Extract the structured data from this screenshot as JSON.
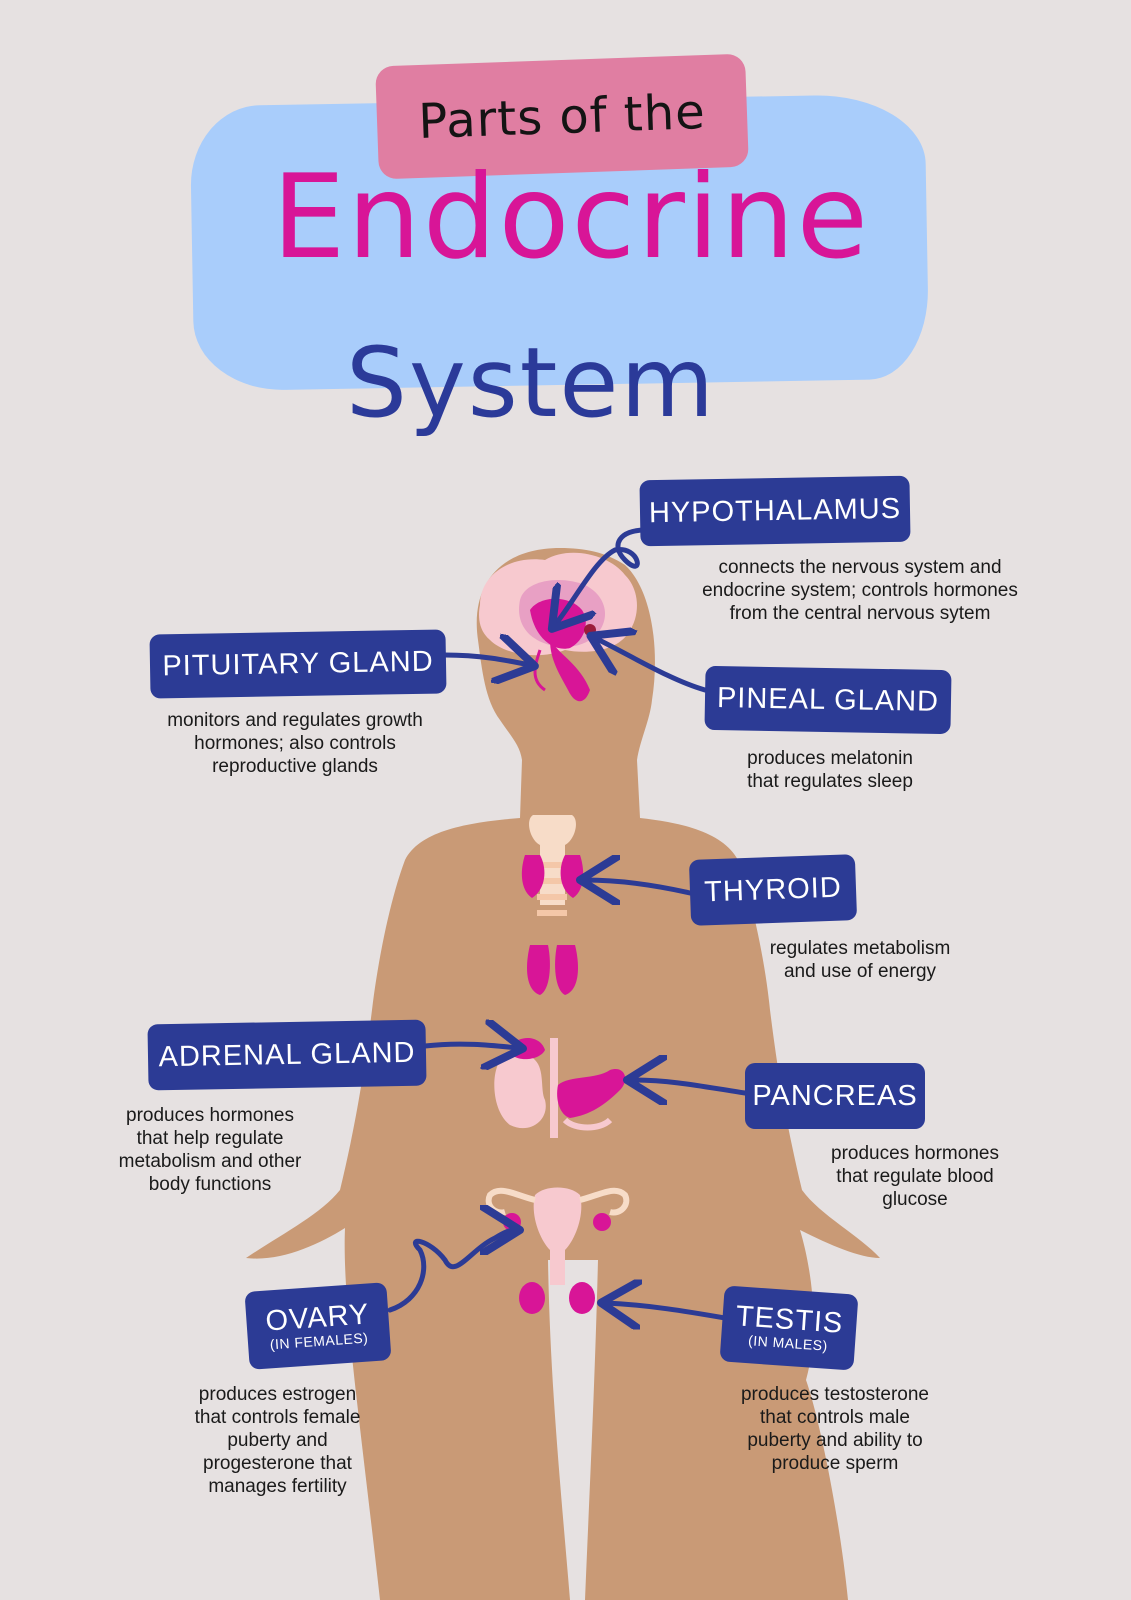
{
  "title": {
    "line1": "Parts of the",
    "line2": "Endocrine",
    "line3": "System"
  },
  "colors": {
    "background": "#e6e1e1",
    "title_cloud": "#a9cdfb",
    "title_tag": "#e07ea2",
    "title_main": "#d81597",
    "accent_blue": "#2c3b95",
    "body": "#c99a76",
    "organ_pink": "#d81597",
    "organ_light": "#f7c9cf"
  },
  "glands": {
    "hypothalamus": {
      "name": "HYPOTHALAMUS",
      "desc": [
        "connects the nervous system and",
        "endocrine system; controls hormones",
        "from the central nervous sytem"
      ]
    },
    "pituitary": {
      "name": "PITUITARY GLAND",
      "desc": [
        "monitors and regulates growth",
        "hormones; also controls",
        "reproductive glands"
      ]
    },
    "pineal": {
      "name": "PINEAL GLAND",
      "desc": [
        "produces melatonin",
        "that regulates sleep"
      ]
    },
    "thyroid": {
      "name": "THYROID",
      "desc": [
        "regulates metabolism",
        "and use of energy"
      ]
    },
    "adrenal": {
      "name": "ADRENAL GLAND",
      "desc": [
        "produces hormones",
        "that help regulate",
        "metabolism and other",
        "body functions"
      ]
    },
    "pancreas": {
      "name": "PANCREAS",
      "desc": [
        "produces hormones",
        "that regulate blood",
        "glucose"
      ]
    },
    "ovary": {
      "name": "OVARY",
      "sub": "(IN FEMALES)",
      "desc": [
        "produces estrogen",
        "that controls female",
        "puberty and",
        "progesterone that",
        "manages fertility"
      ]
    },
    "testis": {
      "name": "TESTIS",
      "sub": "(IN MALES)",
      "desc": [
        "produces testosterone",
        "that controls male",
        "puberty and ability to",
        "produce sperm"
      ]
    }
  }
}
